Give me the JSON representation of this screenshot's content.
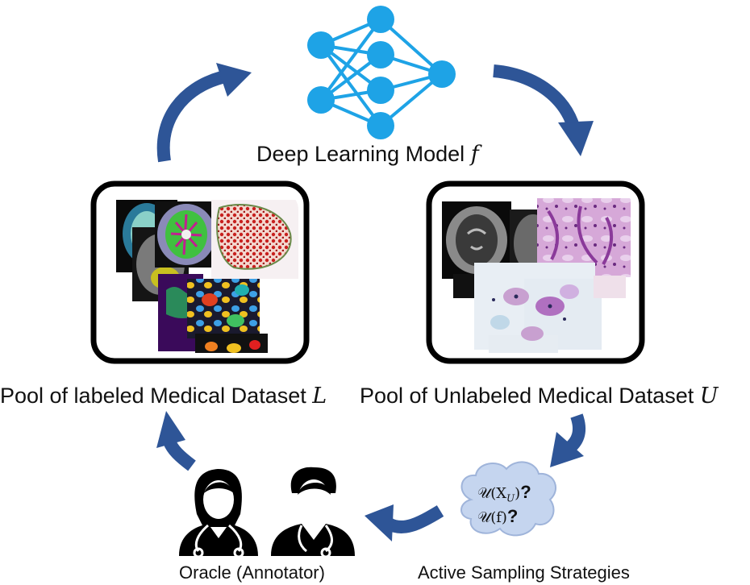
{
  "labels": {
    "model": "Deep Learning Model",
    "model_symbol": "f",
    "labeled_pool": "Pool of labeled Medical Dataset",
    "labeled_symbol": "L",
    "unlabeled_pool": "Pool of Unlabeled Medical Dataset",
    "unlabeled_symbol": "U",
    "oracle": "Oracle (Annotator)",
    "strategies": "Active Sampling Strategies"
  },
  "cloud": {
    "line1": "𝒰(X",
    "line1_sub": "U",
    "line1_close": ")",
    "line2": "𝒰(f)",
    "question_mark": "?"
  },
  "colors": {
    "arrow": "#2E5597",
    "network_node": "#1EA3E6",
    "network_edge": "#1EA3E6",
    "cloud_fill": "#C5D5EF",
    "cloud_stroke": "#9FB4DA",
    "box_border": "#000000"
  },
  "icons": {
    "network": "neural-network-icon",
    "female_doctor": "female-doctor-icon",
    "male_doctor": "male-doctor-icon",
    "cloud": "thought-cloud-icon"
  }
}
